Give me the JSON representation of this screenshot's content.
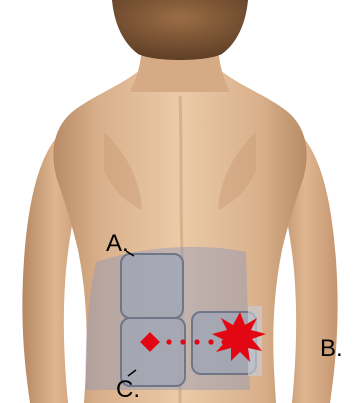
{
  "labels": {
    "a": "A.",
    "b": "B.",
    "c": "C."
  },
  "colors": {
    "background": "#ffffff",
    "skin": "#e2bd98",
    "skin_shadow": "#b88b66",
    "hair": "#7a5334",
    "belt": "#8f97b8",
    "pad": "#9fa5b4",
    "pad_border": "#6f7688",
    "marker": "#e30613",
    "label_text": "#000000"
  },
  "icons": {
    "diamond": "red-diamond-icon",
    "burst": "red-starburst-icon",
    "path": "red-dotted-path"
  }
}
